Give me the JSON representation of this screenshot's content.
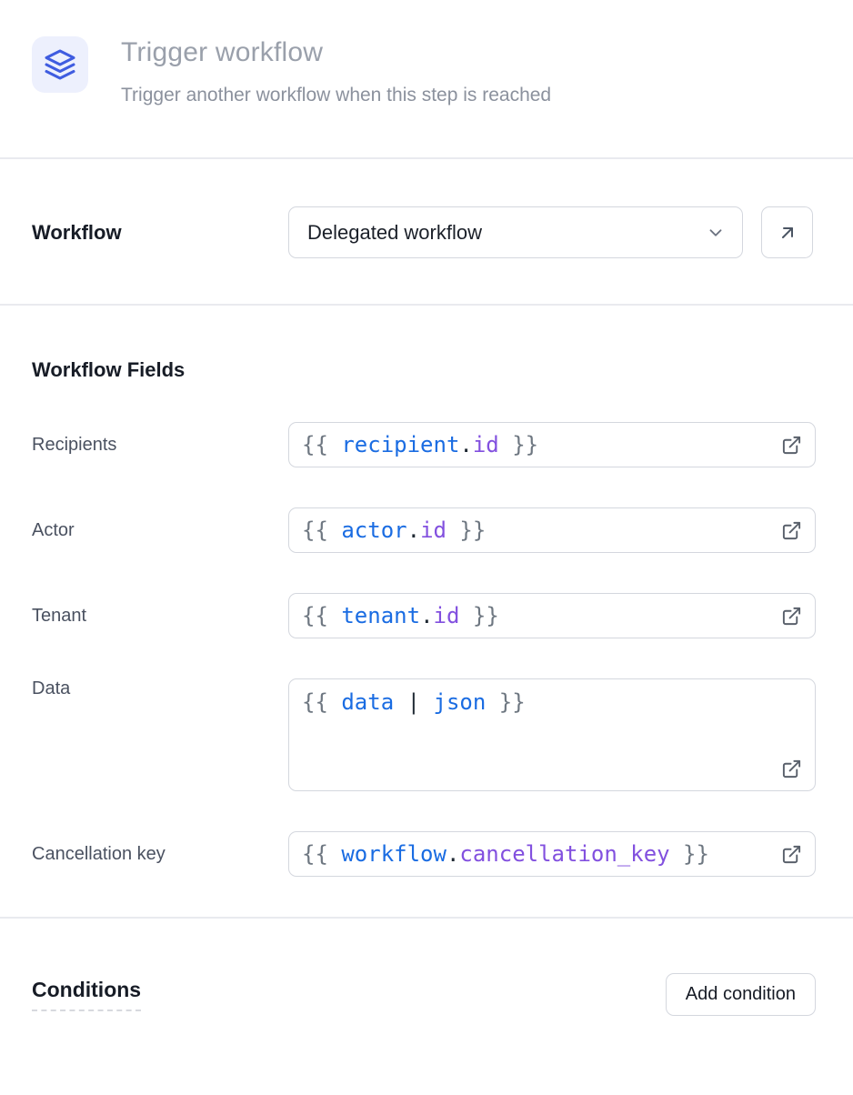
{
  "header": {
    "title": "Trigger workflow",
    "subtitle": "Trigger another workflow when this step is reached",
    "icon": "layers-icon"
  },
  "workflow": {
    "label": "Workflow",
    "selected": "Delegated workflow"
  },
  "fields": {
    "heading": "Workflow Fields",
    "rows": [
      {
        "label": "Recipients",
        "multiline": false,
        "value": "{{ recipient.id }}",
        "tokens": [
          {
            "type": "brace",
            "text": "{{ "
          },
          {
            "type": "word",
            "text": "recipient"
          },
          {
            "type": "op",
            "text": "."
          },
          {
            "type": "prop",
            "text": "id"
          },
          {
            "type": "brace",
            "text": " }}"
          }
        ]
      },
      {
        "label": "Actor",
        "multiline": false,
        "value": "{{ actor.id }}",
        "tokens": [
          {
            "type": "brace",
            "text": "{{ "
          },
          {
            "type": "word",
            "text": "actor"
          },
          {
            "type": "op",
            "text": "."
          },
          {
            "type": "prop",
            "text": "id"
          },
          {
            "type": "brace",
            "text": " }}"
          }
        ]
      },
      {
        "label": "Tenant",
        "multiline": false,
        "value": "{{ tenant.id }}",
        "tokens": [
          {
            "type": "brace",
            "text": "{{ "
          },
          {
            "type": "word",
            "text": "tenant"
          },
          {
            "type": "op",
            "text": "."
          },
          {
            "type": "prop",
            "text": "id"
          },
          {
            "type": "brace",
            "text": " }}"
          }
        ]
      },
      {
        "label": "Data",
        "multiline": true,
        "value": "{{ data | json }}",
        "tokens": [
          {
            "type": "brace",
            "text": "{{ "
          },
          {
            "type": "word",
            "text": "data"
          },
          {
            "type": "op",
            "text": " | "
          },
          {
            "type": "word",
            "text": "json"
          },
          {
            "type": "brace",
            "text": " }}"
          }
        ]
      },
      {
        "label": "Cancellation key",
        "multiline": false,
        "value": "{{ workflow.cancellation_key }}",
        "tokens": [
          {
            "type": "brace",
            "text": "{{ "
          },
          {
            "type": "word",
            "text": "workflow"
          },
          {
            "type": "op",
            "text": "."
          },
          {
            "type": "prop",
            "text": "cancellation_key"
          },
          {
            "type": "brace",
            "text": " }}"
          }
        ]
      }
    ]
  },
  "conditions": {
    "heading": "Conditions",
    "add_button": "Add condition"
  },
  "colors": {
    "icon_bg": "#edf0fd",
    "icon_blue": "#3f5ce0",
    "token_blue": "#1a6ce2",
    "token_purple": "#8250df",
    "token_gray": "#6e7781",
    "token_dark": "#1f2933",
    "border": "#d4d7de",
    "divider": "#e9eaef",
    "muted_text": "#9aa0ab"
  }
}
